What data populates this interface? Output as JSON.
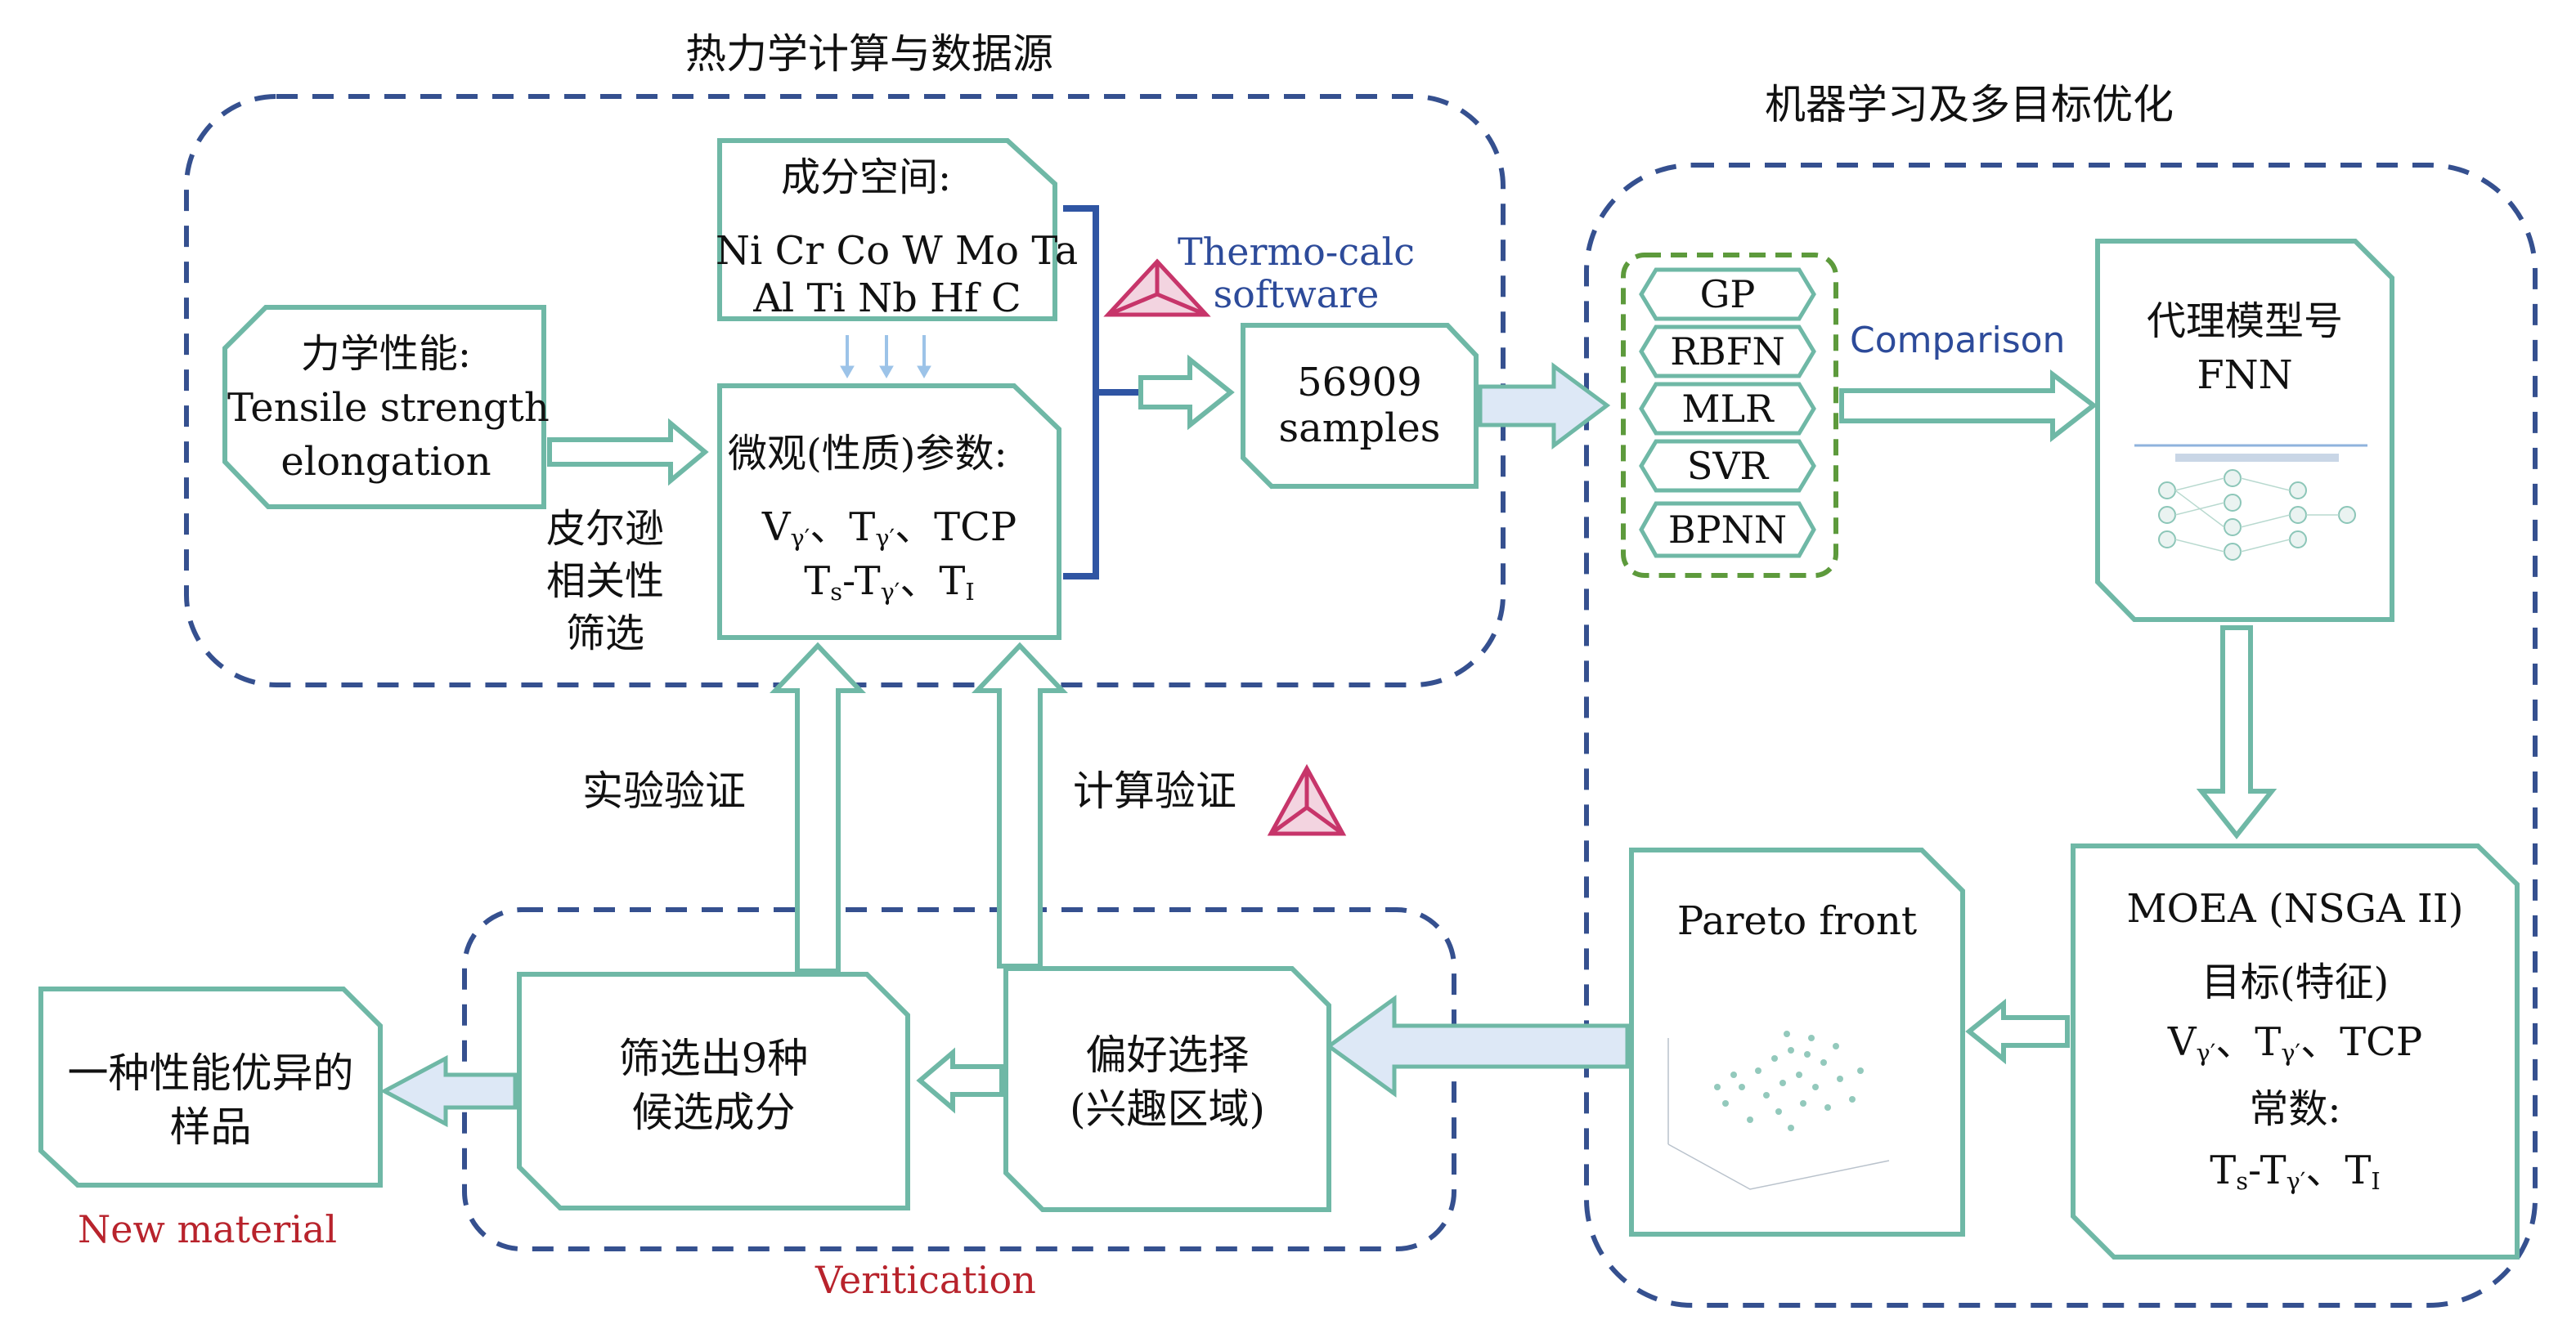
{
  "regions": {
    "thermo_title": "热力学计算与数据源",
    "ml_title": "机器学习及多目标优化",
    "verification": "Veritication"
  },
  "mechanical": {
    "title": "力学性能:",
    "line1": "Tensile strength",
    "line2": "elongation"
  },
  "pearson": {
    "line1": "皮尔逊",
    "line2": "相关性",
    "line3": "筛选"
  },
  "composition": {
    "title": "成分空间:",
    "line1": "Ni Cr Co W Mo Ta",
    "line2": "Al Ti Nb Hf C"
  },
  "micro": {
    "title": "微观(性质)参数:",
    "V": "V",
    "g1": "γ′",
    "sep1": "、",
    "T": "T",
    "g2": "γ′",
    "sep2": "、",
    "TCP": "TCP",
    "Ts": "T",
    "s": "s",
    "dash": "-",
    "T2": "T",
    "g3": "γ′",
    "sep3": "、",
    "TI": "T",
    "I": "I"
  },
  "thermocalc": {
    "line1": "Thermo-calc",
    "line2": "software"
  },
  "samples": {
    "line1": "56909",
    "line2": "samples"
  },
  "models": [
    "GP",
    "RBFN",
    "MLR",
    "SVR",
    "BPNN"
  ],
  "comparison": "Comparison",
  "surrogate": {
    "line1": "代理模型号",
    "line2": "FNN"
  },
  "moea": {
    "title": "MOEA (NSGA II)",
    "subtitle": "目标(特征)",
    "V": "V",
    "g1": "γ′",
    "sep1": "、",
    "T": "T",
    "g2": "γ′",
    "sep2": "、",
    "TCP": "TCP",
    "const": "常数:",
    "Ts": "T",
    "s": "s",
    "dash": "-",
    "T2": "T",
    "g3": "γ′",
    "sep3": "、",
    "TI": "T",
    "I": "I"
  },
  "pareto": {
    "title": "Pareto front"
  },
  "preference": {
    "line1": "偏好选择",
    "line2": "(兴趣区域)"
  },
  "screen9": {
    "line1": "筛选出9种",
    "line2": "候选成分"
  },
  "product": {
    "line1": "一种性能优异的",
    "line2": "样品"
  },
  "new_material": "New material",
  "exp_verify": "实验验证",
  "calc_verify": "计算验证",
  "colors": {
    "box_border": "#6fb8a6",
    "dashed_blue": "#35508f",
    "dashed_green": "#5d9a3c",
    "bracket_blue": "#2f55a3",
    "arrow_fill": "#dde8f6",
    "blue_text": "#2d4b9a",
    "red_text": "#b8232c",
    "logo_red": "#c7356a"
  }
}
